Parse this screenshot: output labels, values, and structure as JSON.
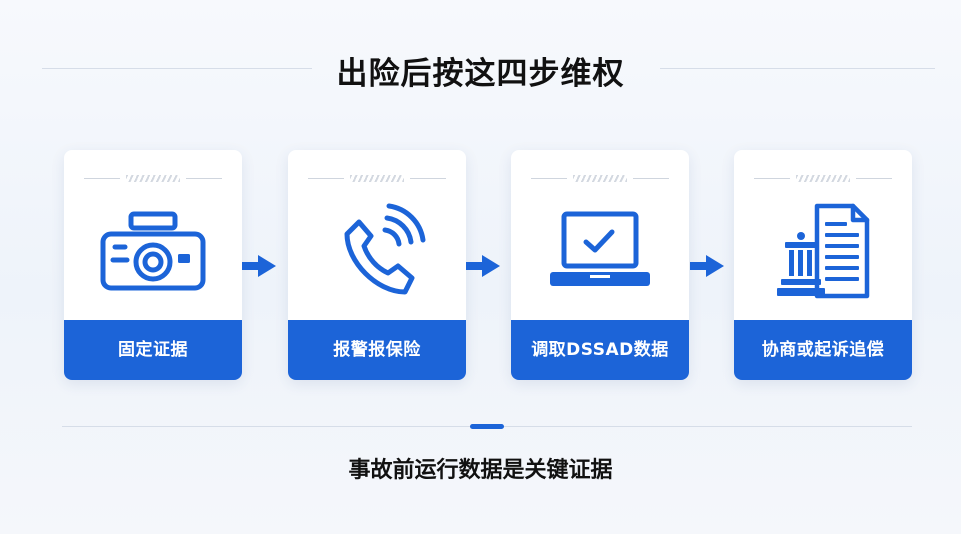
{
  "title": "出险后按这四步维权",
  "steps": [
    {
      "label": "固定证据",
      "icon": "dashcam-icon"
    },
    {
      "label": "报警报保险",
      "icon": "phone-call-icon"
    },
    {
      "label": "调取DSSAD数据",
      "icon": "monitor-check-icon"
    },
    {
      "label": "协商或起诉追偿",
      "icon": "legal-document-icon"
    }
  ],
  "caption": "事故前运行数据是关键证据",
  "colors": {
    "accent": "#1c64d8",
    "text": "#111111",
    "background": "#f3f6fb"
  }
}
